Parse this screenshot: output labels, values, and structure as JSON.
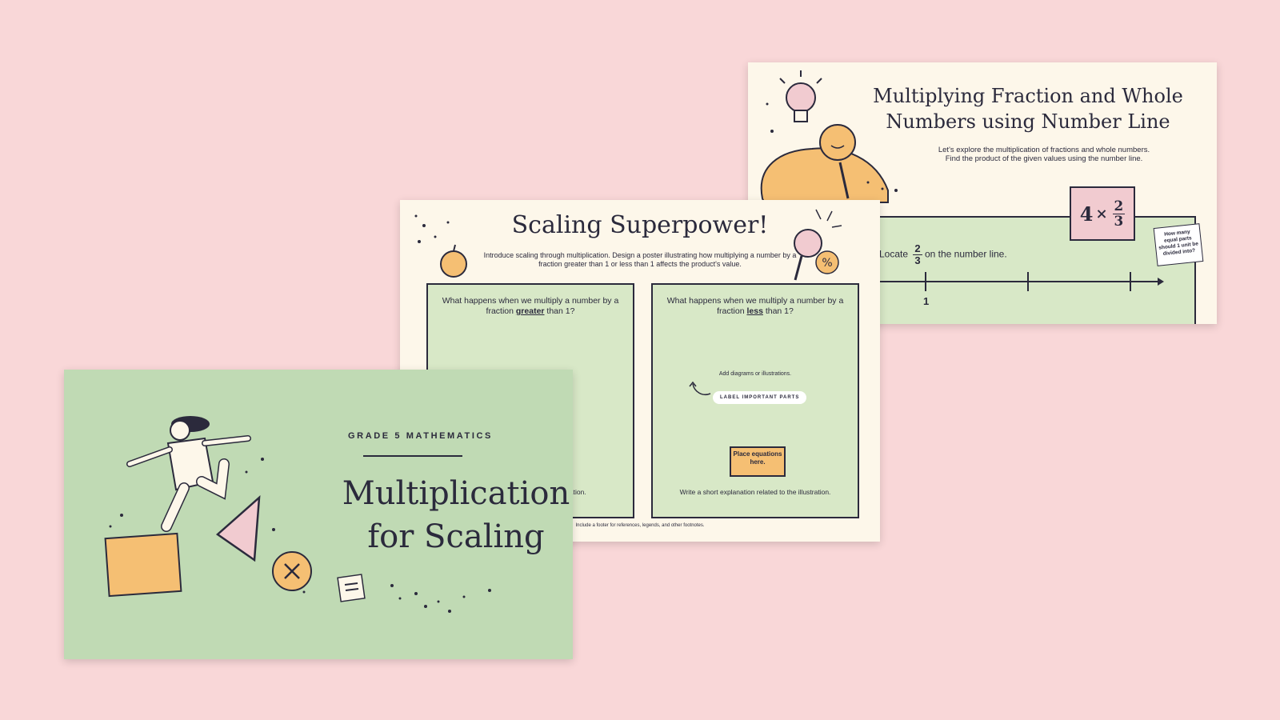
{
  "background_color": "#f9d7d8",
  "slides": {
    "number_line": {
      "title": "Multiplying Fraction and Whole Numbers using Number Line",
      "subtitle_line1": "Let's explore the multiplication of fractions and whole numbers.",
      "subtitle_line2": "Find the product of the given values using the number line.",
      "equation": {
        "whole": "4",
        "times": "×",
        "numerator": "2",
        "denominator": "3"
      },
      "locate_prefix": "Locate",
      "locate_numerator": "2",
      "locate_denominator": "3",
      "locate_suffix": "on the number line.",
      "sticky_note": "How many equal parts should 1 unit be divided into?",
      "tick_label": "1"
    },
    "scaling": {
      "title": "Scaling Superpower!",
      "description": "Introduce scaling through multiplication. Design a poster illustrating how multiplying a number by a fraction greater than 1 or less than 1 affects the product's value.",
      "left_panel": {
        "question_pre": "What happens when we multiply a number by a fraction",
        "question_key": "greater",
        "question_post": "than 1?"
      },
      "right_panel": {
        "question_pre": "What happens when we multiply a number by a fraction",
        "question_key": "less",
        "question_post": "than 1?",
        "diagram_hint": "Add diagrams or illustrations.",
        "label_chip": "LABEL IMPORTANT PARTS",
        "equation_box": "Place equations here.",
        "explanation": "Write a short explanation related to the illustration."
      },
      "left_visible_fragment": "e illustration.",
      "footer": "Include a footer for references, legends, and other footnotes."
    },
    "cover": {
      "eyebrow": "GRADE 5 MATHEMATICS",
      "title_line1": "Multiplication",
      "title_line2": "for Scaling"
    }
  },
  "colors": {
    "ink": "#2b2a3c",
    "cream": "#fdf7ea",
    "green": "#d8e8c7",
    "cover_green": "#c0dab4",
    "orange": "#f5bf73",
    "pink": "#f1cbd0"
  }
}
